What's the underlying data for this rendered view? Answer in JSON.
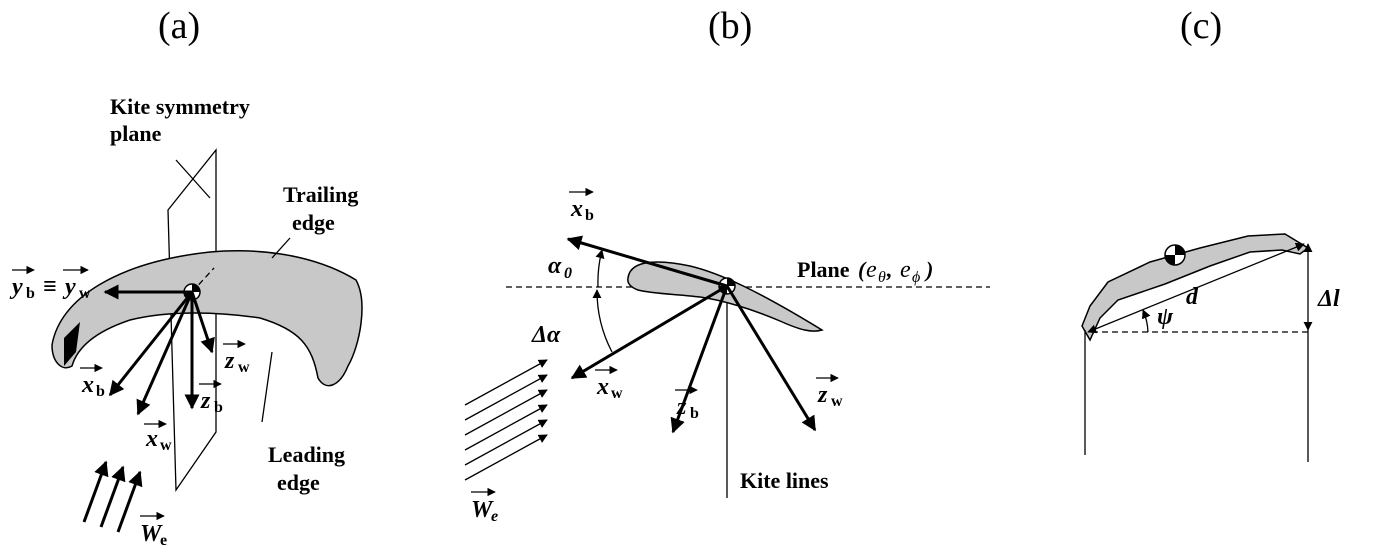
{
  "panels": {
    "a": {
      "caption": "(a)",
      "symmetry_label_line1": "Kite symmetry",
      "symmetry_label_line2": "plane",
      "trailing_line1": "Trailing",
      "trailing_line2": "edge",
      "leading_line1": "Leading",
      "leading_line2": "edge",
      "yb": "y",
      "yb_sub": "b",
      "equiv": "≡",
      "yw": "y",
      "yw_sub": "w",
      "xb": "x",
      "xb_sub": "b",
      "xw": "x",
      "xw_sub": "w",
      "zw": "z",
      "zw_sub": "w",
      "zb": "z",
      "zb_sub": "b",
      "we": "W",
      "we_sub": "e"
    },
    "b": {
      "caption": "(b)",
      "xb": "x",
      "xb_sub": "b",
      "alpha0": "α",
      "alpha0_sub": "0",
      "delta_alpha": "Δα",
      "xw": "x",
      "xw_sub": "w",
      "zb": "z",
      "zb_sub": "b",
      "zw": "z",
      "zw_sub": "w",
      "we": "W",
      "we_sub": "e",
      "plane_label": "Plane",
      "plane_open": "(",
      "e_theta": "e",
      "theta_sub": "θ",
      "comma": " ,",
      "e_phi": "e",
      "phi_sub": "ϕ",
      "plane_close": ")",
      "kite_lines": "Kite lines"
    },
    "c": {
      "caption": "(c)",
      "d": "d",
      "psi": "ψ",
      "delta_l": "Δl"
    }
  }
}
